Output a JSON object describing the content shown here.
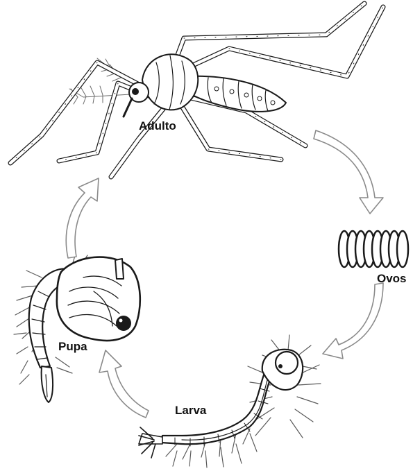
{
  "diagram": {
    "stages": {
      "adult": "Adulto",
      "eggs": "Ovos",
      "larva": "Larva",
      "pupa": "Pupa"
    },
    "cycle_order": [
      "Adulto",
      "Ovos",
      "Larva",
      "Pupa"
    ],
    "colors": {
      "line": "#1a1a1a",
      "fill": "#ffffff",
      "arrow_stroke": "#8a8a8a",
      "hair": "#5a5a5a"
    }
  }
}
